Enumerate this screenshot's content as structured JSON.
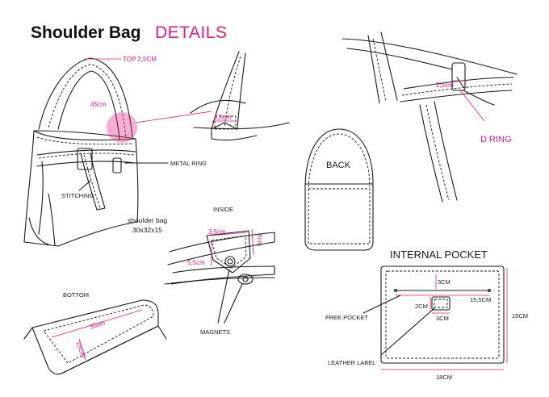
{
  "header": {
    "title": "Shoulder Bag",
    "accent": "DETAILS"
  },
  "labels": {
    "top": "TOP 2,5CM",
    "strap_length": "45cm",
    "strap_width": "4,5cm",
    "metal_ring": "METAL RING",
    "stitching": "STITCHING",
    "bag_name": "shoulder bag",
    "bag_size": "30x32x15",
    "d_ring_width": "2,5cm",
    "d_ring": "D RING",
    "back": "BACK",
    "inside": "INSIDE",
    "tab_top": "3,5cm",
    "tab_side": "6cm",
    "tab_left": "5,5cm",
    "magnets": "MAGNETS",
    "bottom": "BOTTOM",
    "bottom_length": "30cm",
    "bottom_width": "15CM",
    "internal_pocket": "INTERNAL POCKET",
    "pocket_3cm_top": "3CM",
    "pocket_15_5": "15,5CM",
    "pocket_2cm": "2CM",
    "pocket_3cm_bottom": "3CM",
    "pocket_height": "15CM",
    "pocket_width": "18CM",
    "free_pocket": "FREE POCKET",
    "leather_label": "LEATHER LABEL"
  },
  "colors": {
    "accent": "#e6197a",
    "ink": "#1a1a1a"
  }
}
